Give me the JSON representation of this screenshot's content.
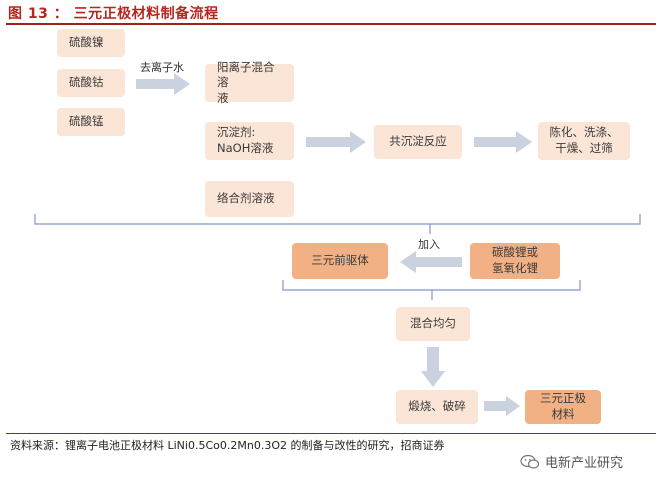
{
  "title": "图 13 ： 三元正极材料制备流程",
  "nodes": {
    "nickel_sulfate": "硫酸镍",
    "cobalt_sulfate": "硫酸钴",
    "manganese_sulfate": "硫酸锰",
    "cationic_solution": "阳离子混合溶\n液",
    "precipitant": "沉淀剂:\nNaOH溶液",
    "coprecipitation": "共沉淀反应",
    "aging": "陈化、洗涤、\n干燥、过筛",
    "complexing_agent": "络合剂溶液",
    "precursor": "三元前驱体",
    "lithium_source": "碳酸锂或\n氢氧化锂",
    "mixing": "混合均匀",
    "calcining": "煅烧、破碎",
    "cathode_material": "三元正极\n材料"
  },
  "edge_labels": {
    "deionized_water": "去离子水",
    "add": "加入"
  },
  "source": "资料来源：锂离子电池正极材料 LiNi0.5Co0.2Mn0.3O2 的制备与改性的研究，招商证券",
  "watermark": "电新产业研究"
}
